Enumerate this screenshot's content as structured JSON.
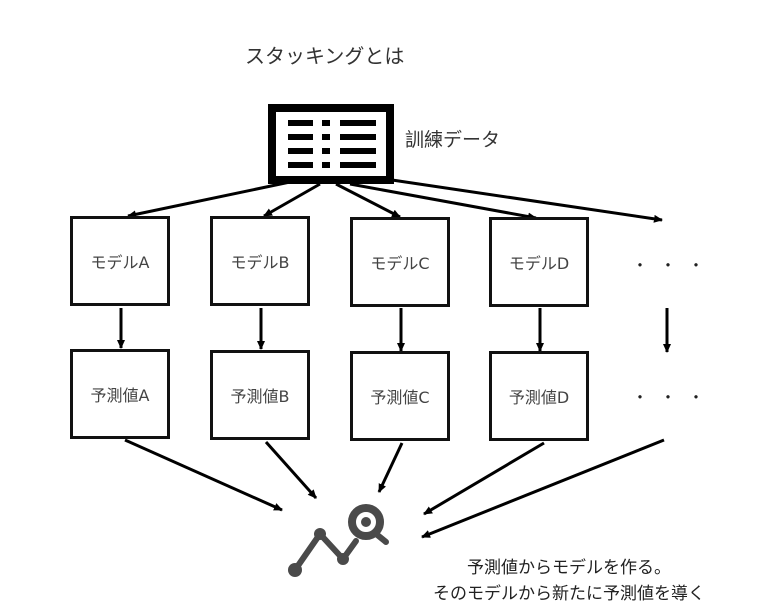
{
  "title": "スタッキングとは",
  "training_data": {
    "label": "訓練データ",
    "icon": "table-icon"
  },
  "models": [
    {
      "label": "モデルA"
    },
    {
      "label": "モデルB"
    },
    {
      "label": "モデルC"
    },
    {
      "label": "モデルD"
    }
  ],
  "predictions": [
    {
      "label": "予測値A"
    },
    {
      "label": "予測値B"
    },
    {
      "label": "予測値C"
    },
    {
      "label": "予測値D"
    }
  ],
  "ellipsis": "・・・",
  "meta_model": {
    "icon": "chart-search-icon",
    "color": "#4a4a4a"
  },
  "caption": {
    "line1": "予測値からモデルを作る。",
    "line2": "そのモデルから新たに予測値を導く"
  }
}
